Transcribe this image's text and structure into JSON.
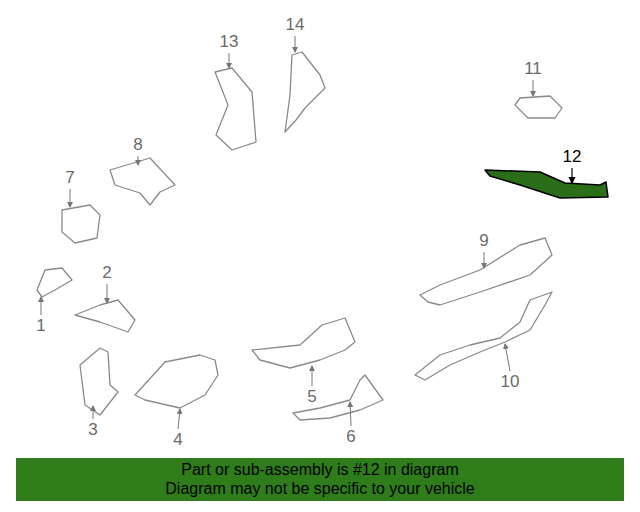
{
  "diagram": {
    "nodes": [
      {
        "text": [
          "Part or sub-assembly is #12 in diagram",
          "Diagram may not be specific to your vehicle"
        ]
      }
    ],
    "labels": [
      "13",
      "14",
      "11",
      "12",
      "8",
      "7",
      "9",
      "2",
      "1",
      "10",
      "5",
      "3",
      "4",
      "6"
    ]
  }
}
